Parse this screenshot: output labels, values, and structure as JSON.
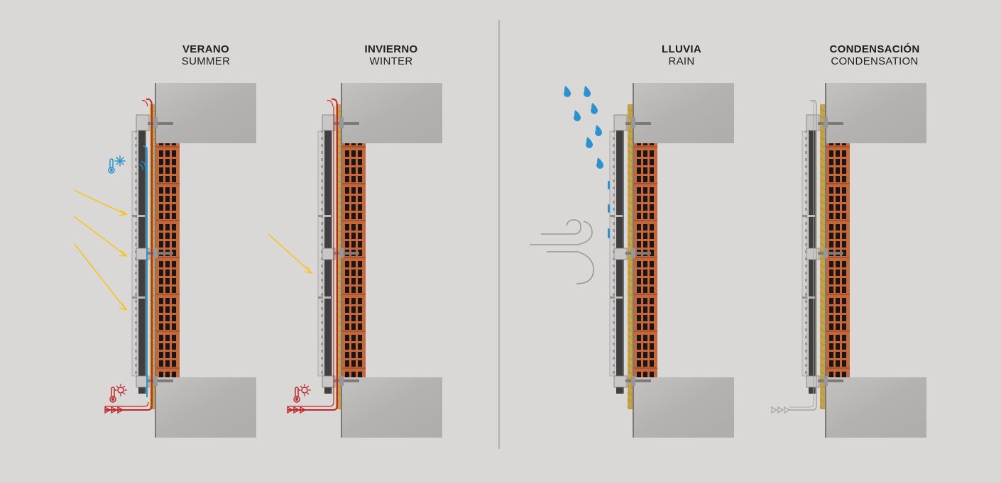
{
  "panels": [
    {
      "id": "summer",
      "title_es": "VERANO",
      "title_en": "SUMMER"
    },
    {
      "id": "winter",
      "title_es": "INVIERNO",
      "title_en": "WINTER"
    },
    {
      "id": "rain",
      "title_es": "LLUVIA",
      "title_en": "RAIN"
    },
    {
      "id": "condensation",
      "title_es": "CONDENSACIÓN",
      "title_en": "CONDENSATION"
    }
  ],
  "icons": {
    "summer": [
      "cold-thermometer-icon",
      "sun-thermometer-icon",
      "sun-ray-icon",
      "warm-air-arrows-icon"
    ],
    "winter": [
      "sun-thermometer-icon",
      "sun-ray-icon",
      "warm-air-arrows-icon"
    ],
    "rain": [
      "rain-drop-icon",
      "wind-icon"
    ],
    "condensation": [
      "vapor-arrows-icon"
    ]
  },
  "colors": {
    "background": "#dad8d6",
    "concrete": "#b6b5b3",
    "brick": "#c4683c",
    "insulation": "#c2a24a",
    "panel": "#454545",
    "warm_air": "#c0282d",
    "cold_air": "#2a92d2",
    "sun_ray": "#f4c521",
    "rain": "#2a92d2",
    "wind": "#9a9896",
    "vapor": "#a8a6a4"
  }
}
